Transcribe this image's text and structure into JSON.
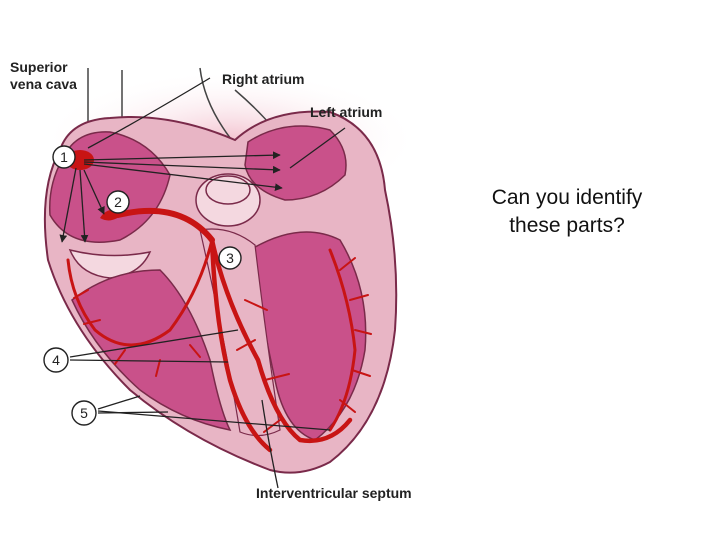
{
  "diagram": {
    "labels": {
      "superior_vena_cava_line1": "Superior",
      "superior_vena_cava_line2": "vena cava",
      "right_atrium": "Right atrium",
      "left_atrium": "Left atrium",
      "interventricular_septum": "Interventricular septum"
    },
    "markers": [
      "1",
      "2",
      "3",
      "4",
      "5"
    ],
    "colors": {
      "tissue_pink": "#e8b5c5",
      "chamber_magenta": "#c9518a",
      "conduction_red": "#c81414",
      "outline": "#7a2a4a"
    }
  },
  "prompt": {
    "line1": "Can you identify",
    "line2": "these parts?"
  }
}
